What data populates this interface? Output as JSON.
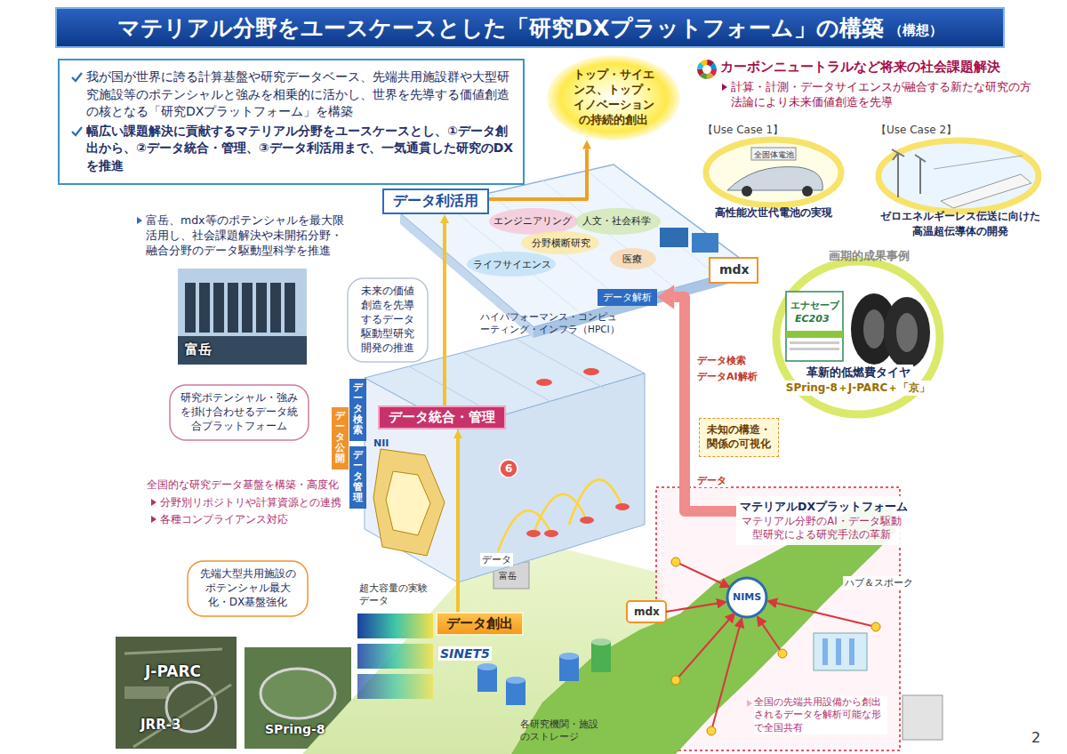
{
  "diagram": {
    "title": "マテリアル分野をユースケースとした「研究DXプラットフォーム」の構築",
    "nodes": [
      {
        "text": [
          "我が国が世界に誇る計算基盤や研究データベース、先端共用施設群や大型研究施設等のポテンシャルと強みを相乗的に活かし、世界を先導する価値創造の核となる「研究DXプラットフォーム」を構築",
          "幅広い課題解決に貢献するマテリアル分野をユースケースとし、①データ創出から、②データ統合・管理、③データ利活用まで、一気通貫した研究のDXを推進"
        ]
      },
      {
        "text": [
          "トップ・サイエンス、トップ・イノベーションの持続的創出"
        ]
      },
      {
        "text": [
          "【Use Case 1】",
          "高性能次世代電池の実現"
        ]
      },
      {
        "text": [
          "【Use Case 2】",
          "ゼロエネルギーレス伝送に向けた高温超伝導体の開発"
        ]
      },
      {
        "text": [
          "データ利活用"
        ]
      },
      {
        "text": [
          "データ解析"
        ]
      },
      {
        "text": [
          "未来の価値創造を先導するデータ駆動型研究開発の推進"
        ]
      },
      {
        "text": [
          "革新的低燃費タイヤ",
          "SPring-8＋J-PARC＋「京」"
        ]
      },
      {
        "text": [
          "研究ポテンシャル・強みを掛け合わせるデータ統合プラットフォーム"
        ]
      },
      {
        "text": [
          "データ統合・管理"
        ]
      },
      {
        "text": [
          "未知の構造・関係の可視化"
        ]
      },
      {
        "text": [
          "先端大型共用施設のポテンシャル最大化・DX基盤強化"
        ]
      },
      {
        "text": [
          "マテリアルDXプラットフォーム",
          "マテリアル分野のAI・データ駆動型研究による研究手法の革新"
        ]
      },
      {
        "text": [
          "データ創出"
        ]
      }
    ],
    "edges": [
      {
        "from": 4,
        "to": 1,
        "arrow": "to"
      },
      {
        "from": 12,
        "to": 5,
        "arrow": "to"
      },
      {
        "from": 13,
        "to": 9,
        "arrow": "to"
      },
      {
        "from": 9,
        "to": 4,
        "arrow": "to"
      }
    ],
    "labels": [
      "（構想）",
      "カーボンニュートラルなど将来の社会課題解決",
      "計算・計測・データサイエンスが融合する新たな研究の方法論により未来価値創造を先導",
      "全固体電池",
      "画期的成果事例",
      "エナセーブ",
      "EC203",
      "富岳、mdx等のポテンシャルを最大限活用し、社会課題解決や未開拓分野・融合分野のデータ駆動型科学を推進",
      "富岳",
      "エンジニアリング",
      "人文・社会科学",
      "分野横断研究",
      "ライフサイエンス",
      "医療",
      "ハイパフォーマンス・コンピューティング・インフラ（HPCI）",
      "mdx",
      "データ検索",
      "データ公開",
      "データ管理",
      "NII",
      "6",
      "全国的な研究データ基盤を構築・高度化",
      "分野別リポジトリや計算資源との連携",
      "各種コンプライアンス対応",
      "データ検索",
      "データAI解析",
      "データ",
      "超大容量の実験データ",
      "SINET5",
      "富岳",
      "各研究機関・施設のストレージ",
      "データ",
      "mdx",
      "NIMS",
      "ハブ＆スポーク",
      "全国の先端共用設備から創出されるデータを解析可能な形で全国共有",
      "J-PARC",
      "JRR-3",
      "SPring-8",
      "2"
    ]
  }
}
